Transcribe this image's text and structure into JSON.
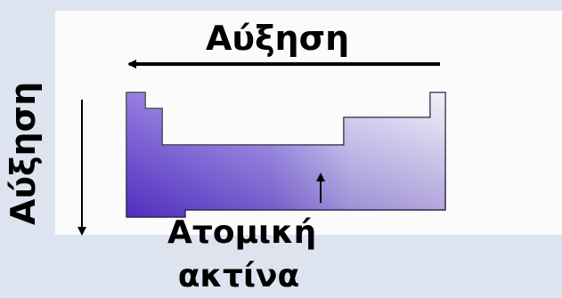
{
  "labels": {
    "horizontal_trend": "Αύξηση",
    "vertical_trend": "Αύξηση",
    "caption_line1": "Ατομική",
    "caption_line2": "ακτίνα"
  },
  "colors": {
    "background": "#dde4ef",
    "panel": "#fbfbfb",
    "gradient_strong": "#5a35d0",
    "gradient_weak": "#ece8f8",
    "outline": "#2a2440",
    "arrow": "#000000"
  },
  "icons": {
    "horizontal_arrow": "left-arrow-icon",
    "vertical_arrow": "down-arrow-icon",
    "pointer_arrow": "up-arrow-icon"
  }
}
